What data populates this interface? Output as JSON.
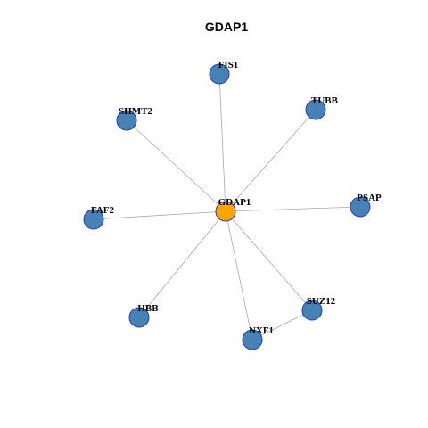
{
  "title": "GDAP1",
  "colors": {
    "center_node": "#ffa500",
    "neighbor_node": "#4682b4",
    "node_border": "#1e3ccf",
    "edge": "#a9a9a9"
  },
  "nodes": [
    {
      "id": "GDAP1",
      "label": "GDAP1",
      "role": "center"
    },
    {
      "id": "FIS1",
      "label": "FIS1",
      "role": "neighbor"
    },
    {
      "id": "TUBB",
      "label": "TUBB",
      "role": "neighbor"
    },
    {
      "id": "SHMT2",
      "label": "SHMT2",
      "role": "neighbor"
    },
    {
      "id": "PSAP",
      "label": "PSAP",
      "role": "neighbor"
    },
    {
      "id": "FAF2",
      "label": "FAF2",
      "role": "neighbor"
    },
    {
      "id": "HBB",
      "label": "HBB",
      "role": "neighbor"
    },
    {
      "id": "SUZ12",
      "label": "SUZ12",
      "role": "neighbor"
    },
    {
      "id": "NXF1",
      "label": "NXF1",
      "role": "neighbor"
    }
  ],
  "edges": [
    [
      "GDAP1",
      "FIS1"
    ],
    [
      "GDAP1",
      "TUBB"
    ],
    [
      "GDAP1",
      "SHMT2"
    ],
    [
      "GDAP1",
      "PSAP"
    ],
    [
      "GDAP1",
      "FAF2"
    ],
    [
      "GDAP1",
      "HBB"
    ],
    [
      "GDAP1",
      "SUZ12"
    ],
    [
      "GDAP1",
      "NXF1"
    ],
    [
      "SUZ12",
      "NXF1"
    ]
  ]
}
